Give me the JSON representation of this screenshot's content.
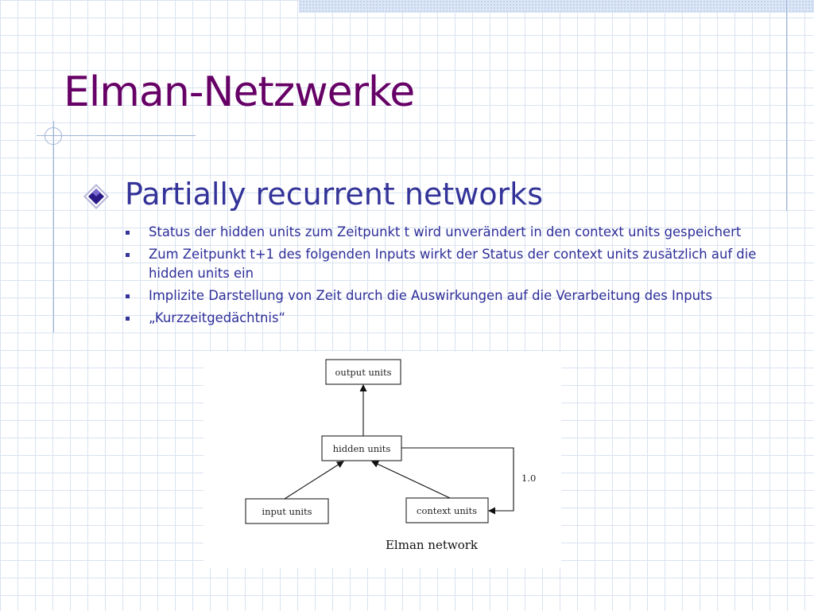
{
  "slide": {
    "title": "Elman-Netzwerke",
    "level1": "Partially recurrent networks",
    "bullets": [
      " Status der hidden units zum Zeitpunkt t wird unverändert in den context units gespeichert",
      "Zum Zeitpunkt t+1 des folgenden Inputs wirkt der Status der context units zusätzlich auf die hidden units ein",
      "Implizite Darstellung von Zeit durch die Auswirkungen auf die Verarbeitung des Inputs",
      "„Kurzzeitgedächtnis“"
    ]
  },
  "diagram": {
    "nodes": {
      "output": "output units",
      "hidden": "hidden units",
      "input": "input units",
      "context": "context units"
    },
    "recurrent_weight": "1.0",
    "caption": "Elman network"
  },
  "colors": {
    "title": "#660066",
    "text": "#333399",
    "grid": "#d9e3f1"
  },
  "icons": {
    "level1_bullet": "diamond-bullet-icon",
    "level2_bullet": "square-bullet-icon"
  }
}
